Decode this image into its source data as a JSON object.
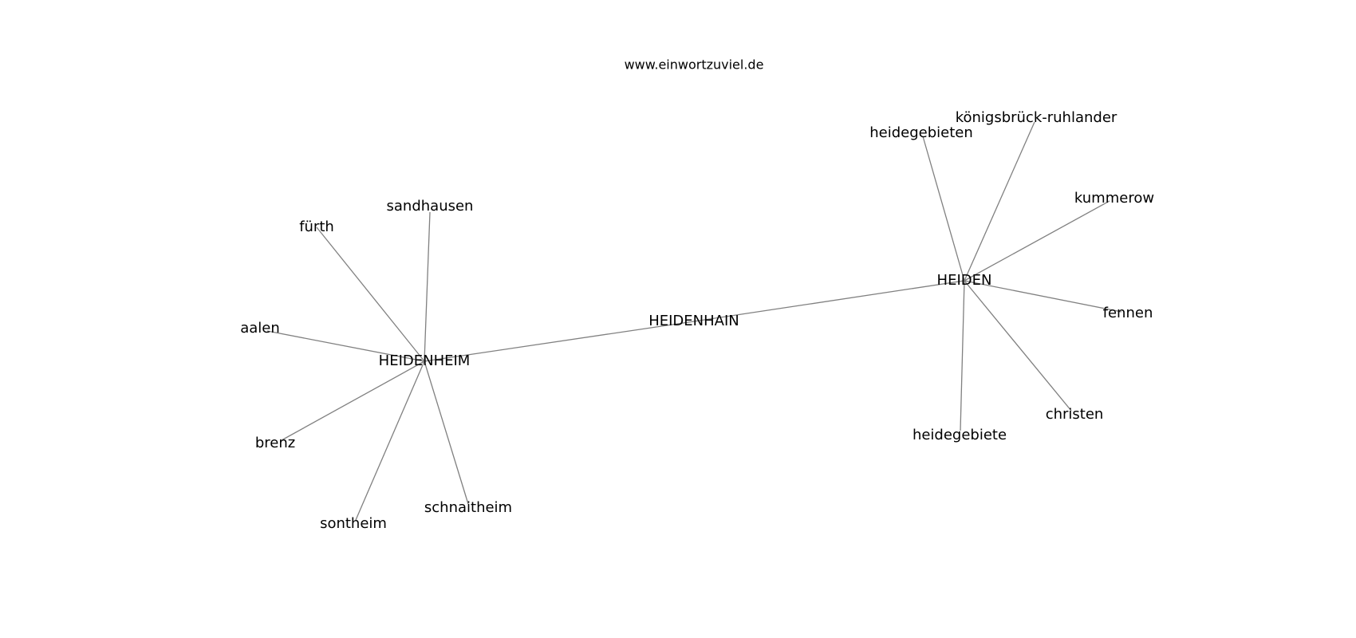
{
  "site": {
    "url": "www.einwortzuviel.de"
  },
  "graph": {
    "nodes": [
      {
        "id": "heidenhain",
        "label": "HEIDENHAIN"
      },
      {
        "id": "heidenheim",
        "label": "HEIDENHEIM"
      },
      {
        "id": "heiden",
        "label": "HEIDEN"
      },
      {
        "id": "sandhausen",
        "label": "sandhausen"
      },
      {
        "id": "furth",
        "label": "fürth"
      },
      {
        "id": "aalen",
        "label": "aalen"
      },
      {
        "id": "brenz",
        "label": "brenz"
      },
      {
        "id": "sontheim",
        "label": "sontheim"
      },
      {
        "id": "schnaitheim",
        "label": "schnaitheim"
      },
      {
        "id": "heidegebieten",
        "label": "heidegebieten"
      },
      {
        "id": "konigsbruck",
        "label": "königsbrück-ruhlander"
      },
      {
        "id": "kummerow",
        "label": "kummerow"
      },
      {
        "id": "fennen",
        "label": "fennen"
      },
      {
        "id": "christen",
        "label": "christen"
      },
      {
        "id": "heidegebiete",
        "label": "heidegebiete"
      }
    ],
    "edges": [
      [
        "heidenhain",
        "heidenheim"
      ],
      [
        "heidenhain",
        "heiden"
      ],
      [
        "heidenheim",
        "sandhausen"
      ],
      [
        "heidenheim",
        "furth"
      ],
      [
        "heidenheim",
        "aalen"
      ],
      [
        "heidenheim",
        "brenz"
      ],
      [
        "heidenheim",
        "sontheim"
      ],
      [
        "heidenheim",
        "schnaitheim"
      ],
      [
        "heiden",
        "heidegebieten"
      ],
      [
        "heiden",
        "konigsbruck"
      ],
      [
        "heiden",
        "kummerow"
      ],
      [
        "heiden",
        "fennen"
      ],
      [
        "heiden",
        "christen"
      ],
      [
        "heiden",
        "heidegebiete"
      ]
    ]
  }
}
